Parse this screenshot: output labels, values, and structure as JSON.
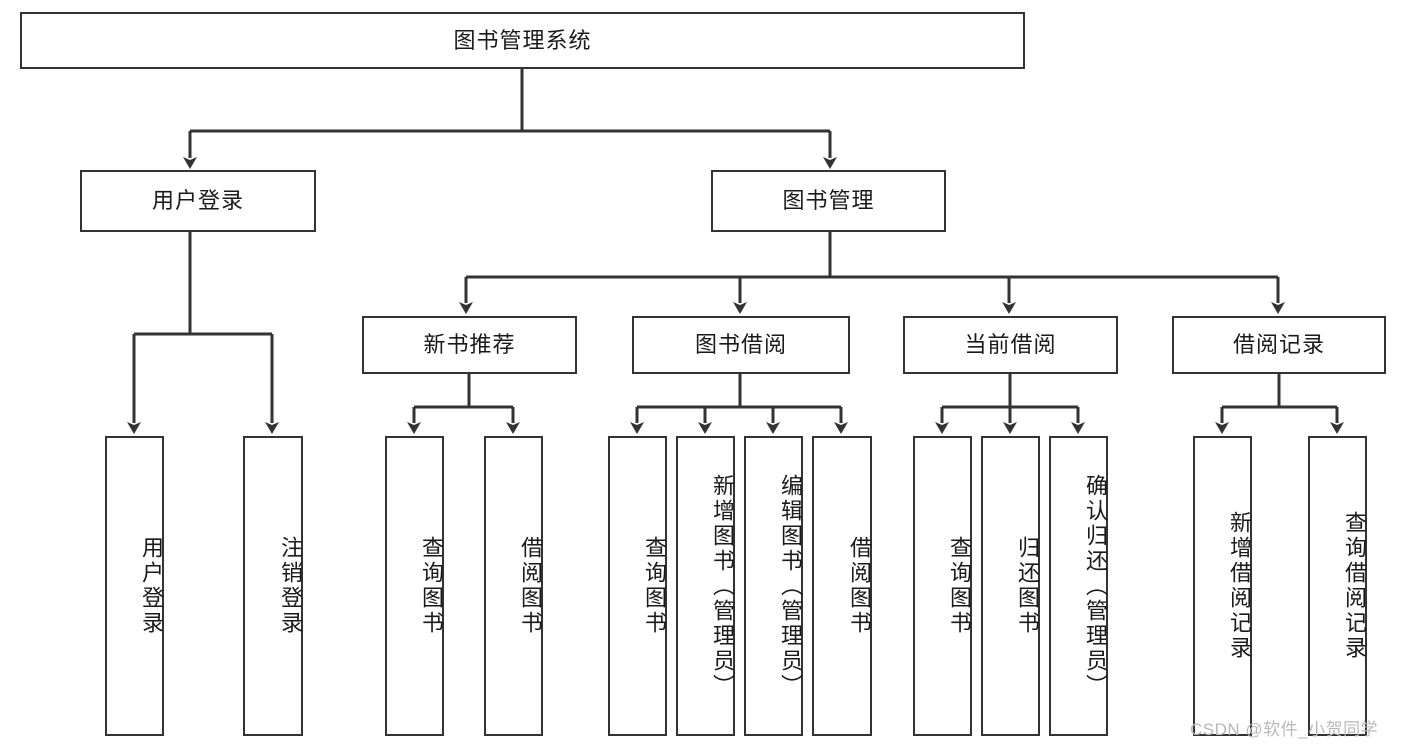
{
  "diagram": {
    "title": "图书管理系统",
    "type": "hierarchy-tree",
    "root": {
      "label": "图书管理系统"
    },
    "level2": [
      {
        "label": "用户登录"
      },
      {
        "label": "图书管理"
      }
    ],
    "level3": [
      {
        "label": "新书推荐"
      },
      {
        "label": "图书借阅"
      },
      {
        "label": "当前借阅"
      },
      {
        "label": "借阅记录"
      }
    ],
    "leaves": {
      "user_login": [
        {
          "label": "用户登录"
        },
        {
          "label": "注销登录"
        }
      ],
      "new_book_recommend": [
        {
          "label": "查询图书"
        },
        {
          "label": "借阅图书"
        }
      ],
      "book_borrow": [
        {
          "label": "查询图书"
        },
        {
          "label": "新增图书（管理员）"
        },
        {
          "label": "编辑图书（管理员）"
        },
        {
          "label": "借阅图书"
        }
      ],
      "current_borrow": [
        {
          "label": "查询图书"
        },
        {
          "label": "归还图书"
        },
        {
          "label": "确认归还（管理员）"
        }
      ],
      "borrow_record": [
        {
          "label": "新增借阅记录"
        },
        {
          "label": "查询借阅记录"
        }
      ]
    }
  },
  "watermark": {
    "text": "CSDN @软件_小贺同学"
  },
  "colors": {
    "box_border": "#333333",
    "box_fill": "#ffffff",
    "text": "#1a1a1a",
    "connector": "#333333",
    "watermark": "#b9b9b9"
  }
}
